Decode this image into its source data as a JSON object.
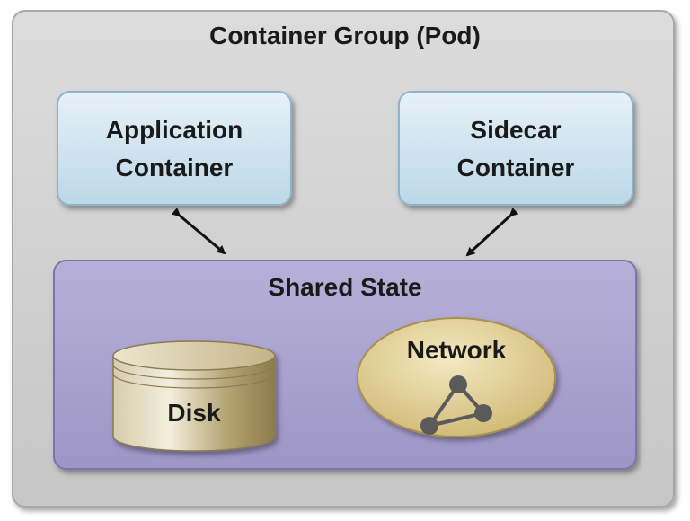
{
  "diagram": {
    "pod_title": "Container Group (Pod)",
    "application_container": {
      "line1": "Application",
      "line2": "Container"
    },
    "sidecar_container": {
      "line1": "Sidecar",
      "line2": "Container"
    },
    "shared_state": {
      "title": "Shared State",
      "disk_label": "Disk",
      "network_label": "Network"
    },
    "colors": {
      "pod_fill": "#d0d0d0",
      "container_fill": "#cde3ef",
      "shared_state_fill": "#a8a2cd",
      "disk_fill": "#c9b98f",
      "network_fill": "#e6d49a",
      "node_fill": "#5a5a5a"
    },
    "icons": {
      "network": "network-graph-icon",
      "disk": "database-cylinder-icon"
    }
  }
}
